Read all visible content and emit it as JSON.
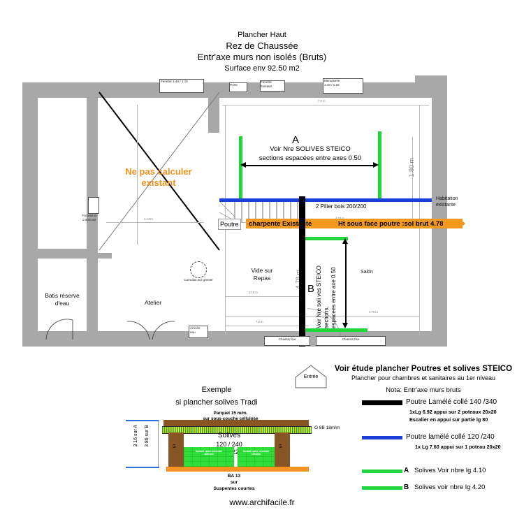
{
  "title": {
    "line1": "Plancher Haut",
    "line2": "Rez de Chaussée",
    "line3": "Entr'axe murs non isolés (Bruts)",
    "surface": "Surface env  92.50 m2"
  },
  "plan": {
    "warning": {
      "line1": "Ne pas calculer",
      "line2": "existant",
      "color": "#f0921c"
    },
    "rooms": [
      {
        "name": "batis-reserve-eau",
        "label": "Batis réserve\nd'eau"
      },
      {
        "name": "atelier",
        "label": "Atelier"
      },
      {
        "name": "vide-sur-repas",
        "label": "Vide sur\nRepas"
      },
      {
        "name": "salon",
        "label": "Salon"
      },
      {
        "name": "habitation-existante",
        "label": "Habitation\nexistante"
      }
    ],
    "annotations": {
      "fenestron": "Fenestron\n0.60/0.60",
      "cumulus": "Cumulus sur grenier",
      "arrivee_eau": "Arrivée\neau",
      "chassis_fixe_1": "Chassis fixe",
      "chassis_fixe_2": "Chassis fixe",
      "entree": "Entrée",
      "fenetre_top": "Fenetre  1.40 / 1.15",
      "porte_top": "Porte",
      "fenetre_top2": "Fenetre\nExistant",
      "fenetre_top3": "Menuiserie\n1.40 / 1.15"
    },
    "zoneA": {
      "letter": "A",
      "note": "Voir Nre SOLIVES STEICO\nsections espacées entre axes  0.50"
    },
    "zoneB": {
      "letter": "B",
      "note": "Voir Nre soli ves STEICO\nsections,\nespacees entre axe 0.50"
    },
    "pilier": "2 Pilier bois 200/200",
    "orange_bar_left": "Poutre",
    "orange_bar_mid": "charpente  Existante",
    "orange_bar_right": "Ht sous face poutre :sol brut 4.78",
    "dims": {
      "top": "7.8 m",
      "d1": "4.14 m",
      "d2": "4.74 m",
      "d3": "4.75 m",
      "d4": "3.18 m",
      "d5": "4.78 m",
      "d6": "7.8 m",
      "d7": "1.80 m"
    }
  },
  "tradi": {
    "title1": "Exemple",
    "title2": "si plancher solives Tradi",
    "parquet": "Parquet 15 m/m.\nsur sous-couche cellulose",
    "osb": "O 8B 18m/m",
    "solives_label": "Solives",
    "solives_v1": "120 / 240",
    "solives_v2": "210 / 220",
    "insulation_left": "Isolant Laine minérale\n100m/m",
    "insulation_right": "Isolant Laine minérale\n100m/m",
    "bottom": "BA 13\nsur\nSuspentes courtes",
    "dimA": "3 16  sur A",
    "dimB": "3 86  sur B",
    "s_left": "S",
    "s_right": "S"
  },
  "legend": {
    "title": "Voir étude plancher Poutres et solives  STEICO",
    "subtitle": "Plancher pour chambres et sanitaires au 1er niveau",
    "nota": "Nota: Entr'axe murs bruts",
    "items": [
      {
        "name": "poutre-lamelle-140-340",
        "color": "#000000",
        "label": "Poutre Lamélé collé 140 /340",
        "notes": "1xLg 6.92 appui sur 2 poteaux 20x20\nEscalier en appui sur partie lg 80"
      },
      {
        "name": "poutre-lamelle-120-240",
        "color": "#1a3fd8",
        "label": "Poutre lamélé collé 120 /240",
        "notes": "1x Lg 7.60 appui sur 1 poteau 20x20"
      },
      {
        "name": "solives-a",
        "color": "#22d53a",
        "letter": "A",
        "label": "Solives Voir nbre lg  4.10",
        "notes": ""
      },
      {
        "name": "solives-b",
        "color": "#22d53a",
        "letter": "B",
        "label": "Solives voir nbre  lg   4.20",
        "notes": ""
      }
    ]
  },
  "footer": {
    "url": "www.archifacile.fr"
  }
}
